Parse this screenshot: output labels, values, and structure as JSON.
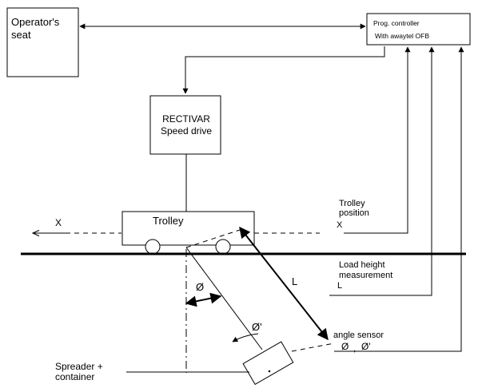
{
  "operator_seat": {
    "line1": "Operator's",
    "line2": "seat"
  },
  "controller": {
    "line1": "Prog. controller",
    "line2": "With awaytel OFB"
  },
  "speed_drive": {
    "line1": "RECTIVAR",
    "line2": "Speed drive"
  },
  "trolley": {
    "label": "Trolley"
  },
  "axis": {
    "x_left": "X"
  },
  "trolley_position": {
    "line1": "Trolley",
    "line2": "position",
    "symbol": "X"
  },
  "load_height": {
    "line1": "Load height",
    "line2": "measurement",
    "symbol": "L"
  },
  "rope": {
    "length_label": "L"
  },
  "angles": {
    "theta": "Ø",
    "theta_rate": "Ø'"
  },
  "angle_sensor": {
    "label": "angle sensor",
    "symbol_theta": "Ø",
    "separator": ",",
    "symbol_rate": "Ø'"
  },
  "spreader": {
    "line1": "Spreader +",
    "line2": "container"
  }
}
